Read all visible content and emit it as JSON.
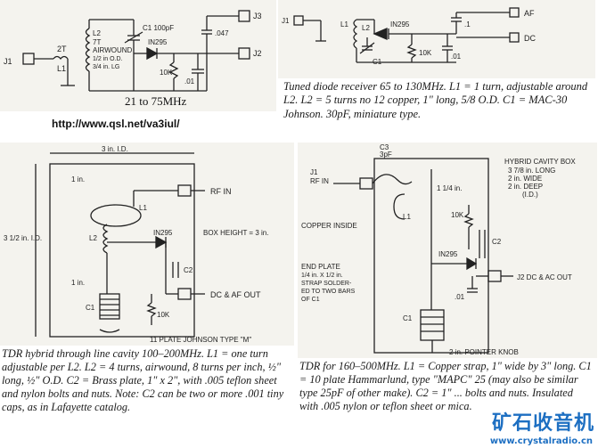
{
  "diagram1": {
    "labels": {
      "j1": "J1",
      "l1_turns": "2T",
      "l1": "L1",
      "l2": "L2",
      "l2_turns": "7T",
      "l2_type": "AIRWOUND",
      "l2_dia": "1/2 in O.D.",
      "l2_len": "3/4 in. LG",
      "c1": "C1 100pF",
      "diode": "IN295",
      "cap_047": ".047",
      "res": "10K",
      "cap_01": ".01",
      "j3": "J3",
      "j2": "J2"
    },
    "freq": "21 to 75MHz"
  },
  "url": "http://www.qsl.net/va3iul/",
  "diagram2": {
    "labels": {
      "j1": "J1",
      "l1": "L1",
      "l2": "L2",
      "diode": "IN295",
      "c1": "C1",
      "res": "10K",
      "cap_1": ".1",
      "cap_01": ".01",
      "af": "AF",
      "dc": "DC"
    },
    "caption": "Tuned diode receiver 65 to 130MHz. L1 = 1 turn, adjustable around L2. L2 = 5 turns no 12 copper, 1\" long, 5/8 O.D. C1 = MAC-30 Johnson. 30pF, miniature type."
  },
  "diagram3": {
    "labels": {
      "width": "3 in. I.D.",
      "one_in_top": "1 in.",
      "rf_in": "RF IN",
      "l1": "L1",
      "height": "3 1/2 in. I.D.",
      "l2": "L2",
      "diode": "IN295",
      "box_height": "BOX HEIGHT = 3 in.",
      "one_in_mid": "1 in.",
      "c2": "C2",
      "c1": "C1",
      "dc_af": "DC & AF OUT",
      "res": "10K",
      "johnson": "11 PLATE JOHNSON TYPE \"M\""
    },
    "caption": "TDR hybrid through line cavity 100–200MHz. L1 = one turn adjustable per L2. L2 = 4 turns, airwound, 8 turns per inch, ½\" long, ½\" O.D. C2 = Brass plate, 1\" x 2\", with .005 teflon sheet and nylon bolts and nuts. Note: C2 can be two or more .001 tiny caps, as in Lafayette catalog."
  },
  "diagram4": {
    "labels": {
      "c3": "C3",
      "c3_val": "3pF",
      "j1": "J1",
      "rf_in": "RF IN",
      "l1": "L1",
      "quarter": "1 1/4 in.",
      "box_title": "HYBRID CAVITY BOX",
      "box_long": "3 7/8 in. LONG",
      "box_wide": "2 in. WIDE",
      "box_deep": "2 in. DEEP",
      "box_id": "(I.D.)",
      "res": "10K",
      "copper": "COPPER INSIDE",
      "diode": "IN295",
      "c2": "C2",
      "end_plate": "END PLATE",
      "strap1": "1/4 in. X 1/2 in.",
      "strap2": "STRAP SOLDER-",
      "strap3": "ED TO TWO BARS",
      "strap4": "OF C1",
      "cap_01": ".01",
      "j2": "J2 DC & AC OUT",
      "c1": "C1",
      "knob": "2 in. POINTER KNOB"
    },
    "caption": "TDR for 160–500MHz. L1 = Copper strap, 1\" wide by 3\" long. C1 = 10 plate Hammarlund, type \"MAPC\" 25 (may also be similar type 25pF of other make). C2 = 1\" ... bolts and nuts. Insulated with .005 nylon or teflon sheet or mica."
  },
  "watermark": {
    "text": "矿石收音机",
    "url": "www.crystalradio.cn"
  }
}
